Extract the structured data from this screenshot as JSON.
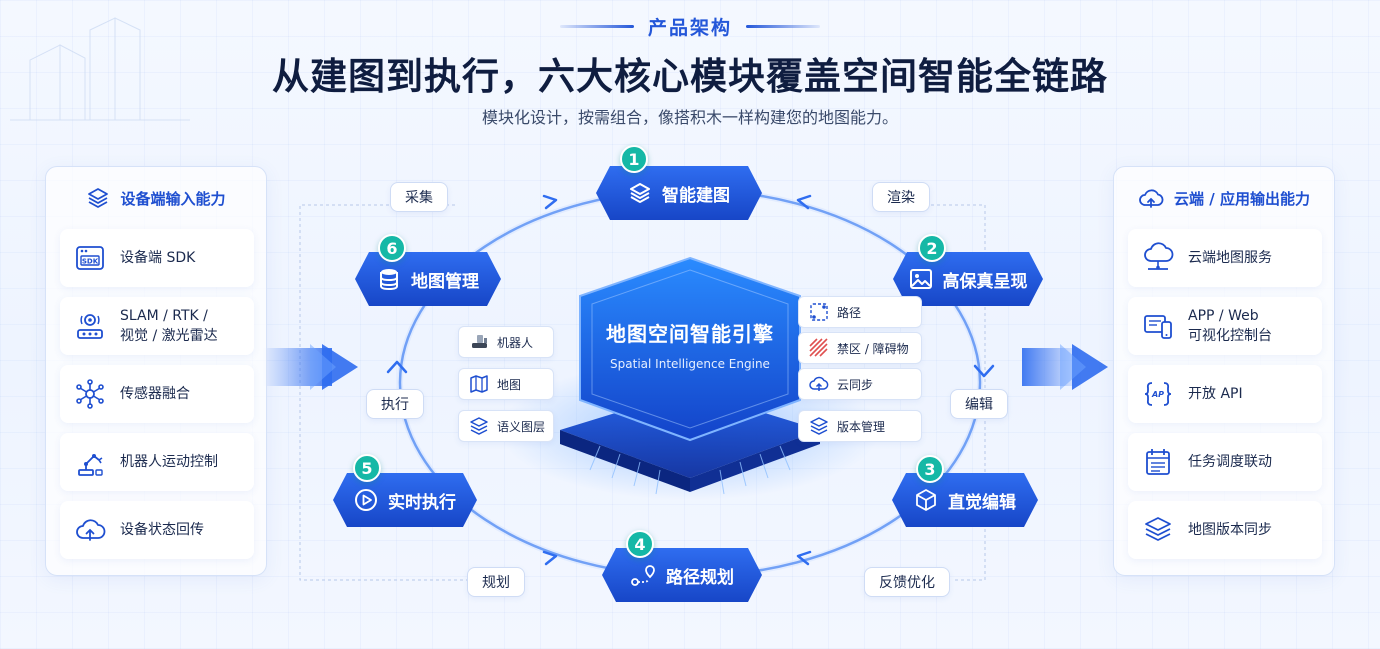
{
  "header": {
    "eyebrow": "产品架构",
    "title": "从建图到执行，六大核心模块覆盖空间智能全链路",
    "subtitle": "模块化设计，按需组合，像搭积木一样构建您的地图能力。"
  },
  "left_panel": {
    "title": "设备端输入能力",
    "items": [
      {
        "label": "设备端 SDK",
        "icon": "sdk-icon"
      },
      {
        "label": "SLAM / RTK /\n视觉 / 激光雷达",
        "icon": "sensor-scan-icon"
      },
      {
        "label": "传感器融合",
        "icon": "fusion-icon"
      },
      {
        "label": "机器人运动控制",
        "icon": "robot-arm-icon"
      },
      {
        "label": "设备状态回传",
        "icon": "cloud-upload-icon"
      }
    ]
  },
  "right_panel": {
    "title": "云端 / 应用输出能力",
    "items": [
      {
        "label": "云端地图服务",
        "icon": "cloud-service-icon"
      },
      {
        "label": "APP / Web\n可视化控制台",
        "icon": "console-icon"
      },
      {
        "label": "开放 API",
        "icon": "api-icon"
      },
      {
        "label": "任务调度联动",
        "icon": "schedule-icon"
      },
      {
        "label": "地图版本同步",
        "icon": "layers-icon"
      }
    ]
  },
  "modules": [
    {
      "num": "1",
      "label": "智能建图",
      "icon": "layers-icon"
    },
    {
      "num": "2",
      "label": "高保真呈现",
      "icon": "image-icon"
    },
    {
      "num": "3",
      "label": "直觉编辑",
      "icon": "cube-edit-icon"
    },
    {
      "num": "4",
      "label": "路径规划",
      "icon": "route-icon"
    },
    {
      "num": "5",
      "label": "实时执行",
      "icon": "play-icon"
    },
    {
      "num": "6",
      "label": "地图管理",
      "icon": "database-icon"
    }
  ],
  "flow_tags": {
    "collect": "采集",
    "render": "渲染",
    "edit": "编辑",
    "feedback": "反馈优化",
    "plan": "规划",
    "execute": "执行"
  },
  "engine": {
    "title": "地图空间智能引擎",
    "subtitle": "Spatial Intelligence Engine"
  },
  "chips_left": [
    {
      "label": "机器人",
      "icon": "robot-vacuum-icon"
    },
    {
      "label": "地图",
      "icon": "map-icon"
    },
    {
      "label": "语义图层",
      "icon": "layers-icon"
    }
  ],
  "chips_right": [
    {
      "label": "路径",
      "icon": "path-icon"
    },
    {
      "label": "禁区 / 障碍物",
      "icon": "hatch-icon"
    },
    {
      "label": "云同步",
      "icon": "cloud-sync-icon"
    },
    {
      "label": "版本管理",
      "icon": "version-icon"
    }
  ],
  "colors": {
    "primary": "#1f4fd0",
    "module_gradient_top": "#2f6df0",
    "module_gradient_bottom": "#1746c7",
    "badge": "#15b8a6",
    "hatch_red": "#e05050"
  }
}
